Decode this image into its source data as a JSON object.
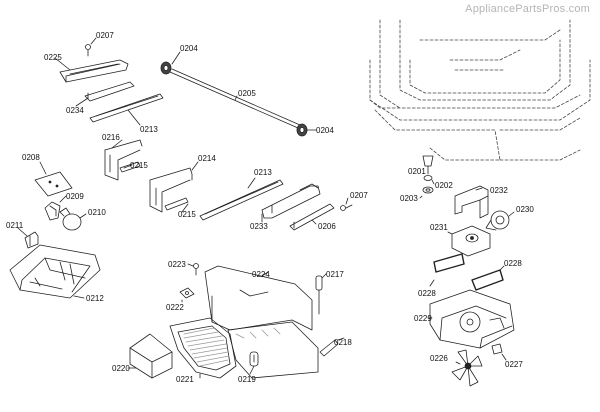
{
  "watermark": "AppliancePartsPros.com",
  "colors": {
    "line": "#222222",
    "hatch": "#9a9a9a",
    "background": "#ffffff"
  },
  "parts": {
    "p0201": "0201",
    "p0202": "0202",
    "p0203": "0203",
    "p0204a": "0204",
    "p0204b": "0204",
    "p0205": "0205",
    "p0206": "0206",
    "p0207a": "0207",
    "p0207b": "0207",
    "p0208": "0208",
    "p0209": "0209",
    "p0210": "0210",
    "p0211": "0211",
    "p0212": "0212",
    "p0213a": "0213",
    "p0213b": "0213",
    "p0214": "0214",
    "p0215a": "0215",
    "p0215b": "0215",
    "p0216": "0216",
    "p0217": "0217",
    "p0218": "0218",
    "p0219": "0219",
    "p0220": "0220",
    "p0221": "0221",
    "p0222": "0222",
    "p0223": "0223",
    "p0224": "0224",
    "p0225": "0225",
    "p0226": "0226",
    "p0227": "0227",
    "p0228a": "0228",
    "p0228b": "0228",
    "p0229": "0229",
    "p0230": "0230",
    "p0231": "0231",
    "p0232": "0232",
    "p0233": "0233",
    "p0234": "0234"
  }
}
